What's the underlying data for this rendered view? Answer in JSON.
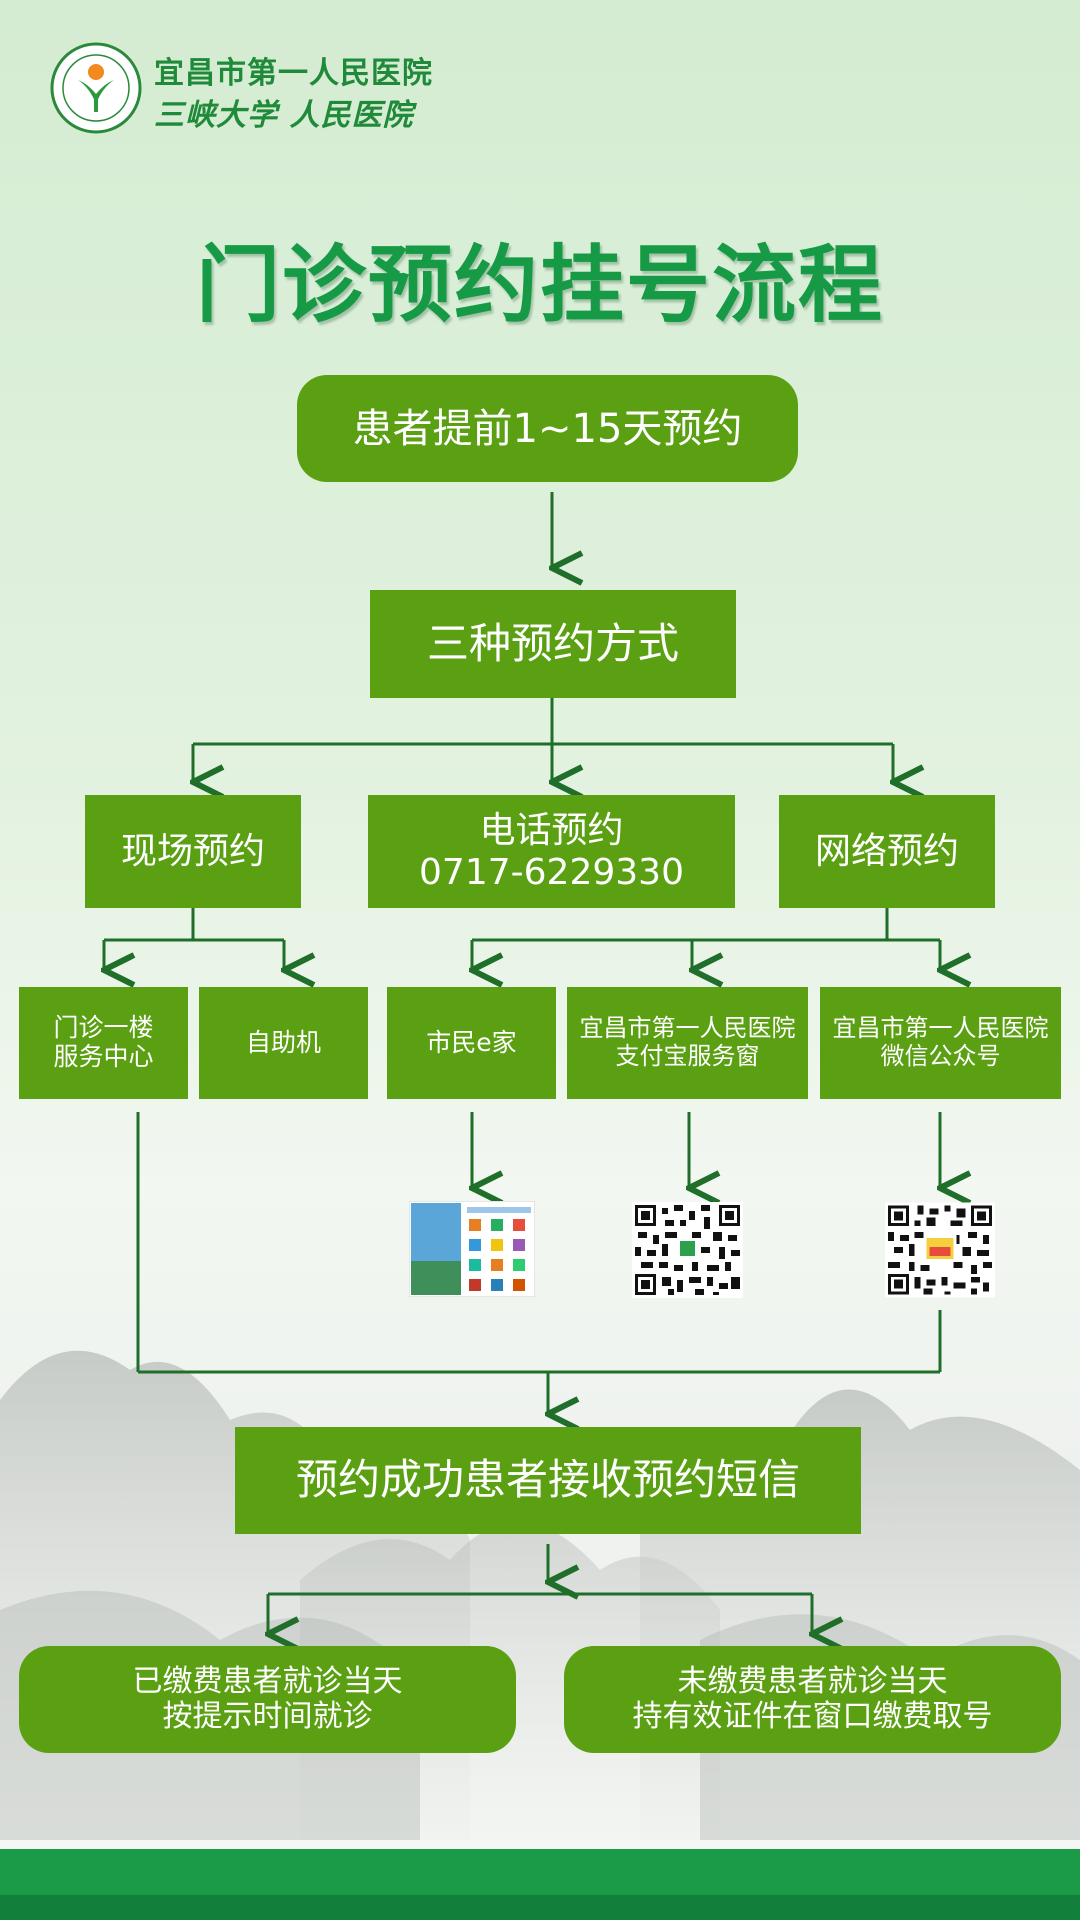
{
  "header": {
    "hospital_line1": "宜昌市第一人民医院",
    "hospital_line2": "三峡大学 人民医院"
  },
  "title": "门诊预约挂号流程",
  "steps": {
    "advance": "患者提前1~15天预约",
    "methods": "三种预约方式",
    "onsite": "现场预约",
    "phone_line1": "电话预约",
    "phone_line2": "0717-6229330",
    "online": "网络预约",
    "service_center_line1": "门诊一楼",
    "service_center_line2": "服务中心",
    "kiosk": "自助机",
    "citizen_app": "市民e家",
    "alipay_line1": "宜昌市第一人民医院",
    "alipay_line2": "支付宝服务窗",
    "wechat_line1": "宜昌市第一人民医院",
    "wechat_line2": "微信公众号",
    "sms": "预约成功患者接收预约短信",
    "paid_line1": "已缴费患者就诊当天",
    "paid_line2": "按提示时间就诊",
    "unpaid_line1": "未缴费患者就诊当天",
    "unpaid_line2": "持有效证件在窗口缴费取号"
  },
  "colors": {
    "box": "#5aa012",
    "line": "#1f6e2a",
    "title": "#169a45",
    "footer": "#1b9a48"
  },
  "icons": [
    "hospital-logo-icon",
    "app-screenshot-icon",
    "alipay-qr-icon",
    "wechat-qr-icon"
  ]
}
